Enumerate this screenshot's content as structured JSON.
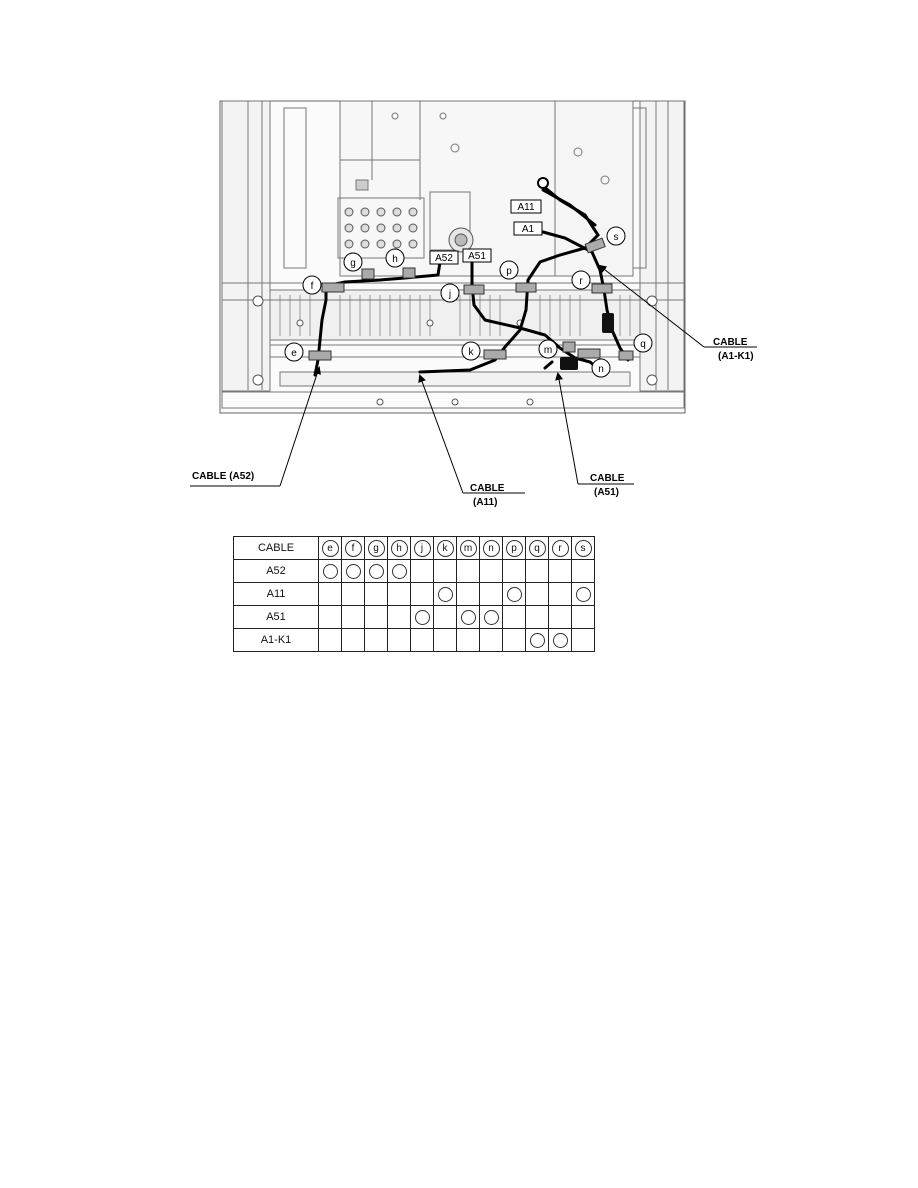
{
  "callouts": {
    "a1k1": {
      "line1": "CABLE",
      "line2": "(A1-K1)"
    },
    "a52": {
      "line1": "CABLE (A52)"
    },
    "a11": {
      "line1": "CABLE",
      "line2": "(A11)"
    },
    "a51": {
      "line1": "CABLE",
      "line2": "(A51)"
    }
  },
  "connector_labels": {
    "a11": "A11",
    "a1": "A1",
    "a52": "A52",
    "a51": "A51"
  },
  "clamp_letters": [
    "e",
    "f",
    "g",
    "h",
    "j",
    "k",
    "m",
    "n",
    "p",
    "q",
    "r",
    "s"
  ],
  "table": {
    "header_label": "CABLE",
    "columns": [
      "e",
      "f",
      "g",
      "h",
      "j",
      "k",
      "m",
      "n",
      "p",
      "q",
      "r",
      "s"
    ],
    "rows": [
      {
        "label": "A52",
        "marks": [
          "e",
          "f",
          "g",
          "h"
        ]
      },
      {
        "label": "A11",
        "marks": [
          "k",
          "p",
          "s"
        ]
      },
      {
        "label": "A51",
        "marks": [
          "j",
          "m",
          "n"
        ]
      },
      {
        "label": "A1-K1",
        "marks": [
          "q",
          "r"
        ]
      }
    ]
  }
}
